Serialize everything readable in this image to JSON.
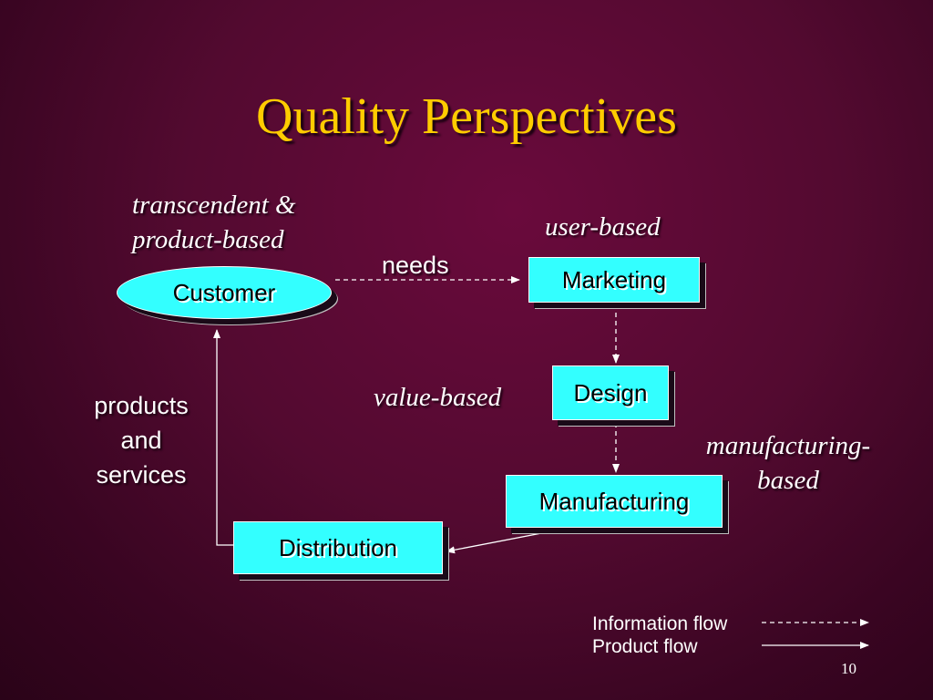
{
  "title": "Quality Perspectives",
  "perspectives": {
    "transcendent_line1": "transcendent &",
    "transcendent_line2": "product-based",
    "user": "user-based",
    "value": "value-based",
    "manufacturing_line1": "manufacturing-",
    "manufacturing_line2": "based"
  },
  "nodes": {
    "customer": "Customer",
    "marketing": "Marketing",
    "design": "Design",
    "manufacturing": "Manufacturing",
    "distribution": "Distribution"
  },
  "labels": {
    "needs": "needs",
    "products_line1": "products",
    "products_line2": "and",
    "products_line3": "services"
  },
  "legend": {
    "information_flow": "Information flow",
    "product_flow": "Product flow"
  },
  "page_number": "10",
  "colors": {
    "title": "#ffcc00",
    "node_fill": "#33ffff",
    "background": "#530a30"
  }
}
